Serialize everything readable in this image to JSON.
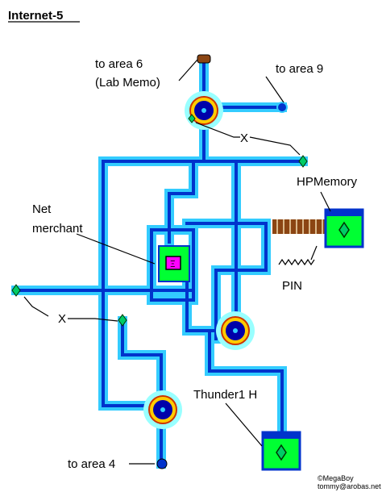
{
  "map": {
    "title": "Internet-5",
    "labels": {
      "to_area_6": "to area 6",
      "lab_memo": "(Lab Memo)",
      "to_area_9": "to area 9",
      "x_top": "X",
      "hpmemory": "HPMemory",
      "net": "Net",
      "merchant": "merchant",
      "pin": "PIN",
      "x_left": "X",
      "thunder1": "Thunder1 H",
      "to_area_4": "to area 4"
    },
    "credits": {
      "line1": "©MegaBoy",
      "line2": "tommy@arobas.net"
    }
  },
  "colors": {
    "path_outer": "#33ccff",
    "path_inner": "#0033cc",
    "node_glow": "#99ffff",
    "node_ring": "#ffcc00",
    "node_ring_dark": "#cc3300",
    "node_core": "#0000aa",
    "item_box": "#00ff33",
    "merchant_icon": "#ff00ff",
    "gate": "#8b4513"
  },
  "icons": {
    "warp_node": "warp-node-icon",
    "item": "mystery-data-icon",
    "merchant": "merchant-icon",
    "gate": "gate-icon"
  }
}
